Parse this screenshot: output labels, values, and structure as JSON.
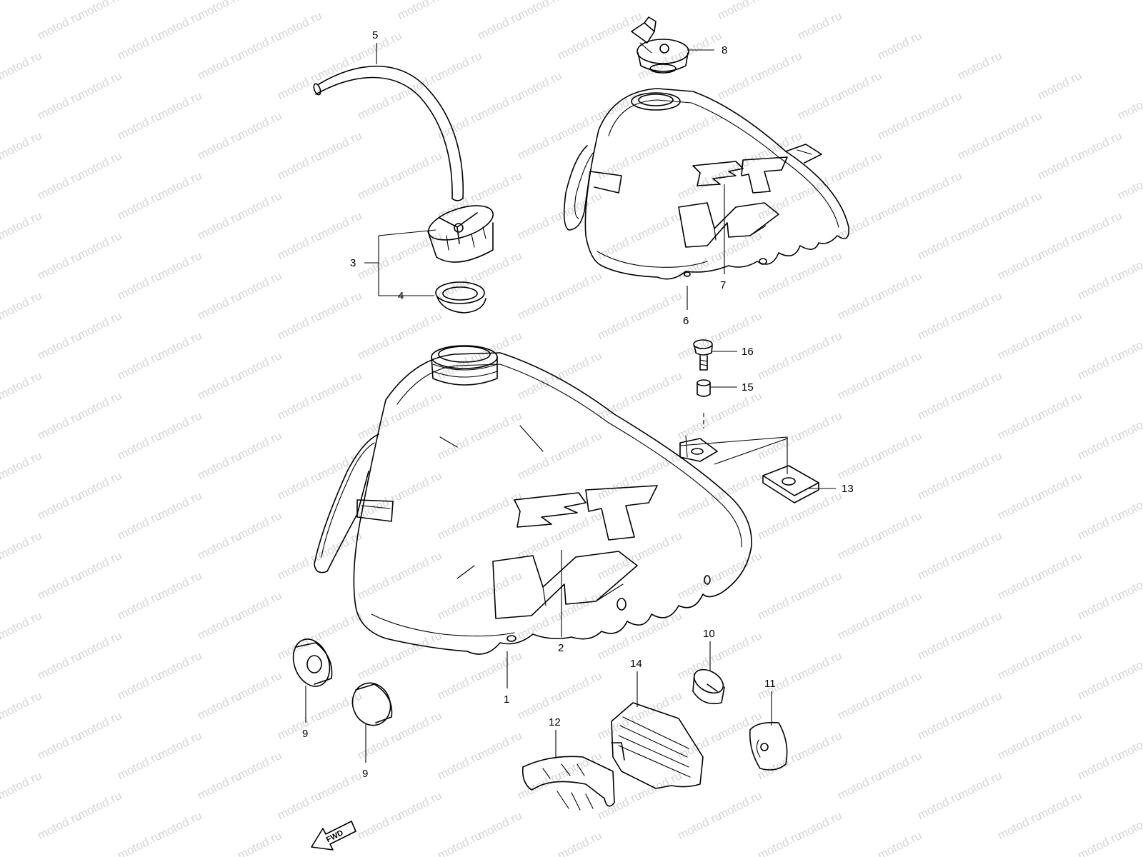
{
  "watermark": {
    "text": "motod.ru"
  },
  "callouts": [
    {
      "id": "c1",
      "label": "1"
    },
    {
      "id": "c2",
      "label": "2"
    },
    {
      "id": "c3",
      "label": "3"
    },
    {
      "id": "c4",
      "label": "4"
    },
    {
      "id": "c5",
      "label": "5"
    },
    {
      "id": "c6",
      "label": "6"
    },
    {
      "id": "c7",
      "label": "7"
    },
    {
      "id": "c8",
      "label": "8"
    },
    {
      "id": "c9a",
      "label": "9"
    },
    {
      "id": "c9b",
      "label": "9"
    },
    {
      "id": "c10",
      "label": "10"
    },
    {
      "id": "c11",
      "label": "11"
    },
    {
      "id": "c12",
      "label": "12"
    },
    {
      "id": "c13",
      "label": "13"
    },
    {
      "id": "c14",
      "label": "14"
    },
    {
      "id": "c15",
      "label": "15"
    },
    {
      "id": "c16",
      "label": "16"
    }
  ],
  "fwd_arrow": {
    "label": "FWD"
  }
}
